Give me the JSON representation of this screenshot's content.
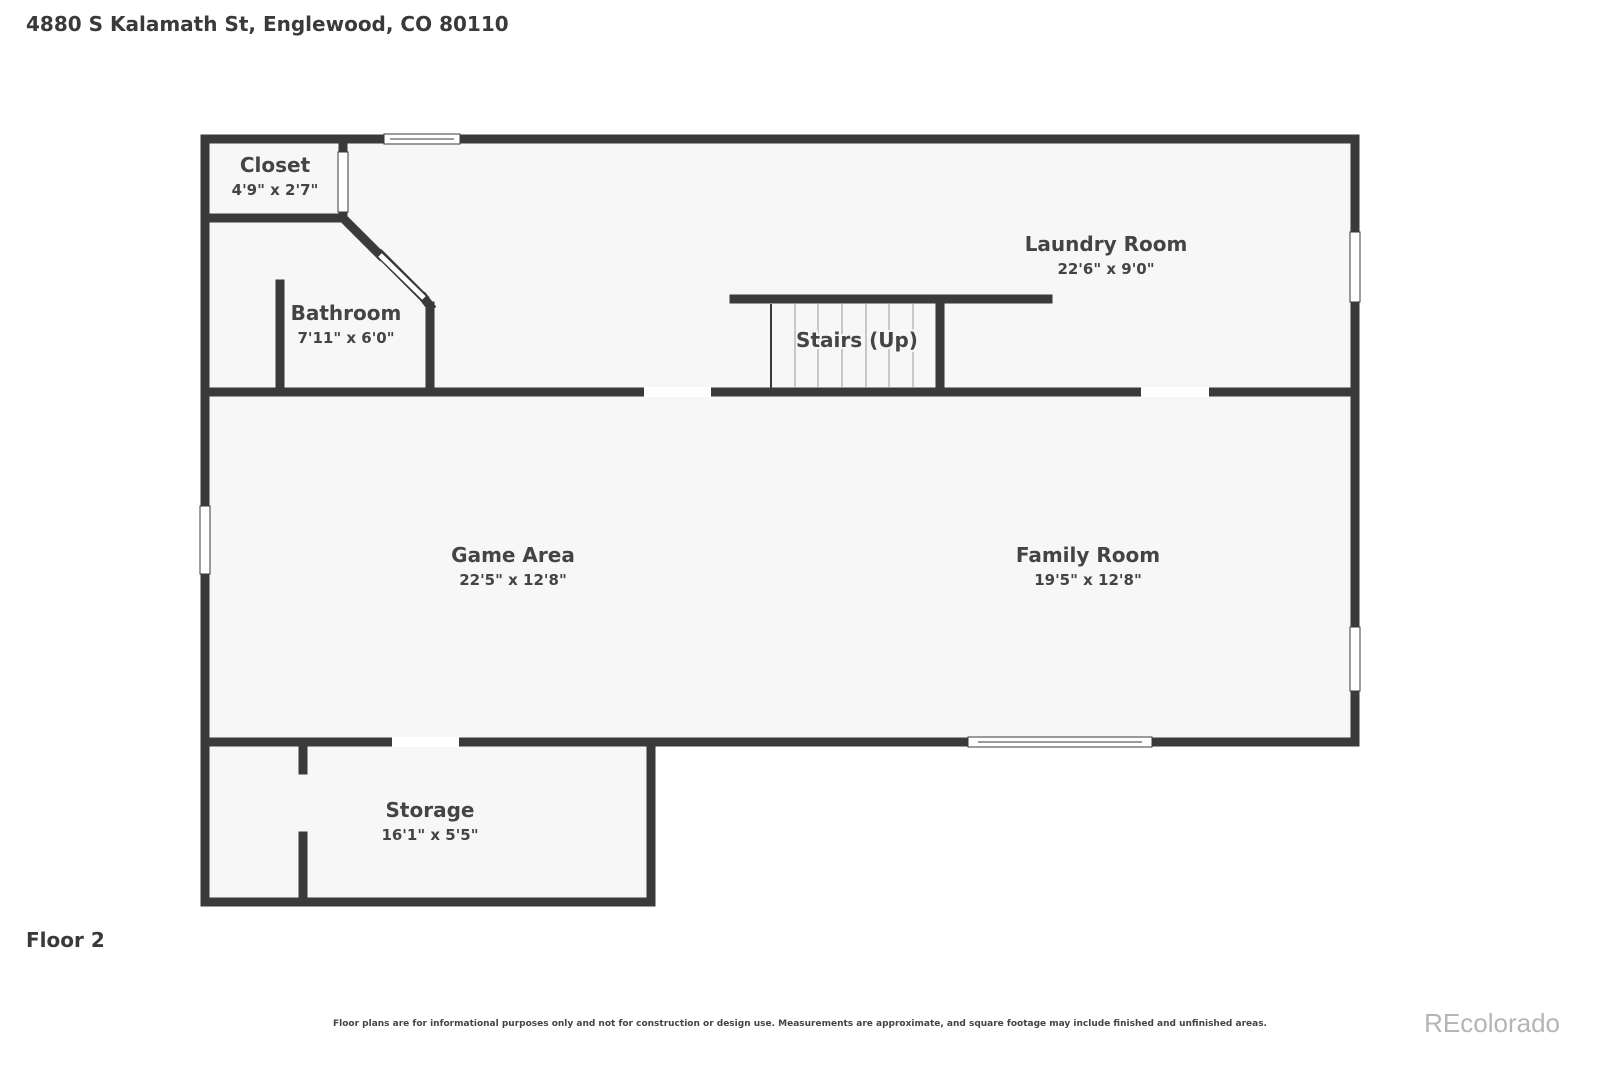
{
  "header": {
    "address": "4880 S Kalamath St, Englewood, CO 80110"
  },
  "floor": {
    "label": "Floor 2"
  },
  "rooms": [
    {
      "name": "Closet",
      "dims": "4'9\" x 2'7\""
    },
    {
      "name": "Bathroom",
      "dims": "7'11\" x 6'0\""
    },
    {
      "name": "Laundry Room",
      "dims": "22'6\" x 9'0\""
    },
    {
      "name": "Stairs (Up)",
      "dims": ""
    },
    {
      "name": "Game Area",
      "dims": "22'5\" x 12'8\""
    },
    {
      "name": "Family Room",
      "dims": "19'5\" x 12'8\""
    },
    {
      "name": "Storage",
      "dims": "16'1\" x 5'5\""
    }
  ],
  "footer": {
    "disclaimer": "Floor plans are for informational purposes only and not for construction or design use. Measurements are approximate, and square footage may include finished and unfinished areas.",
    "watermark": "REcolorado"
  },
  "colors": {
    "wall": "#3a3a3a",
    "floor": "#f7f7f7",
    "opening": "#ffffff"
  }
}
